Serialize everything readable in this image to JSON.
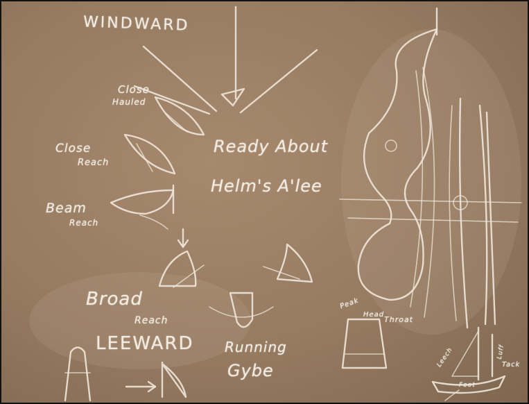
{
  "board": {
    "background_color": "#967b61",
    "chalk_color": "#eee6da"
  },
  "labels": {
    "windward": "WINDWARD",
    "close_hauled_line1": "Close",
    "close_hauled_line2": "Hauled",
    "close_reach_line1": "Close",
    "close_reach_line2": "Reach",
    "beam_reach_line1": "Beam",
    "beam_reach_line2": "Reach",
    "ready_about": "Ready About",
    "helms_alee": "Helm's A'lee",
    "broad_reach_line1": "Broad",
    "broad_reach_line2": "Reach",
    "leeward": "LEEWARD",
    "running": "Running",
    "gybe": "Gybe"
  },
  "sail_labels": {
    "peak": "Peak",
    "head": "Head",
    "throat": "Throat",
    "luff": "Luff",
    "leech": "Leech",
    "tack": "Tack",
    "foot": "Foot"
  }
}
